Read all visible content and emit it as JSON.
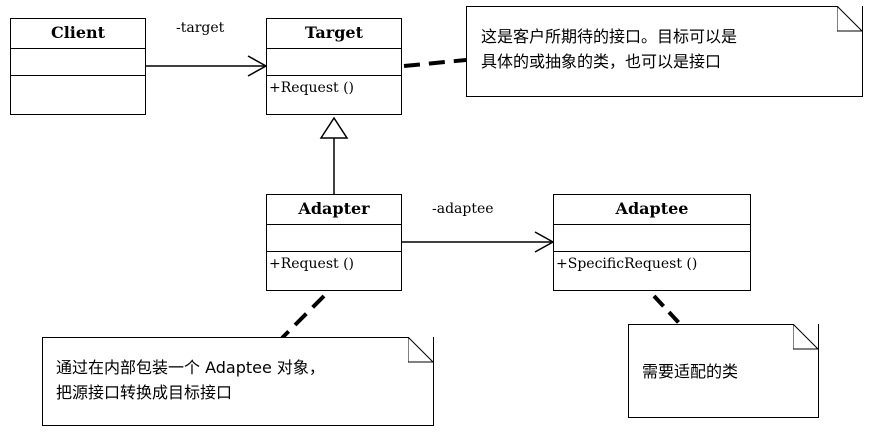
{
  "classes": {
    "client": {
      "name": "Client",
      "operation": ""
    },
    "target": {
      "name": "Target",
      "operation": "+Request ()"
    },
    "adapter": {
      "name": "Adapter",
      "operation": "+Request ()"
    },
    "adaptee": {
      "name": "Adaptee",
      "operation": "+SpecificRequest ()"
    }
  },
  "associations": {
    "client_target": "-target",
    "adapter_adaptee": "-adaptee"
  },
  "notes": {
    "target_note": [
      "这是客户所期待的接口。目标可以是",
      "具体的或抽象的类，也可以是接口"
    ],
    "adapter_note": [
      "通过在内部包装一个 Adaptee 对象，",
      "把源接口转换成目标接口"
    ],
    "adaptee_note": [
      "需要适配的类"
    ]
  }
}
